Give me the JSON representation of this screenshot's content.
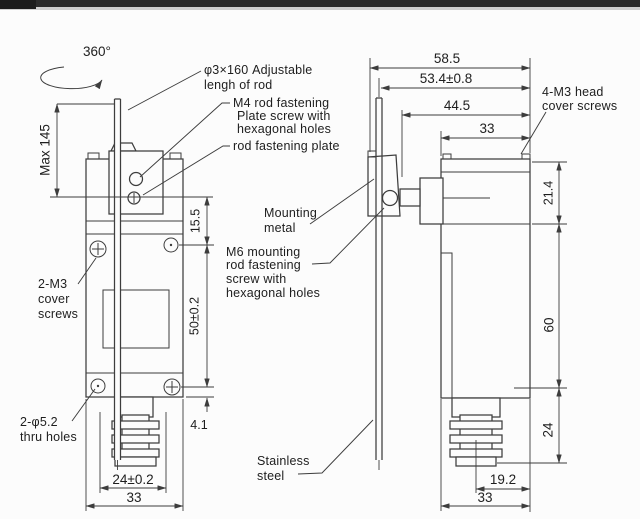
{
  "title": "Adjustable rod limit switch dimensional drawing",
  "colors": {
    "background": "#fcfcfc",
    "line": "#3d3d3d",
    "text": "#1e1e1e",
    "top_bar": "#2b2b2b"
  },
  "labels": {
    "rotation_angle": "360°",
    "adjustable_rod": {
      "l1": "φ3×160 Adjustable",
      "l2": "lengh of rod"
    },
    "m4_screw": {
      "l1": "M4 rod fastening",
      "l2": "Plate screw with",
      "l3": "hexagonal holes"
    },
    "rod_fastening_plate": "rod fastening plate",
    "cover_screws": {
      "l1": "2-M3",
      "l2": "cover",
      "l3": "screws"
    },
    "thru_holes": {
      "l1": "2-φ5.2",
      "l2": "thru holes"
    },
    "mounting_metal": {
      "l1": "Mounting",
      "l2": "metal"
    },
    "m6_screw": {
      "l1": "M6 mounting",
      "l2": "rod fastening",
      "l3": "screw with",
      "l4": "hexagonal holes"
    },
    "stainless_steel": {
      "l1": "Stainless",
      "l2": "steel"
    },
    "head_cover_screws": {
      "l1": "4-M3 head",
      "l2": "cover screws"
    }
  },
  "dimensions": {
    "front": {
      "max_rod_height": "Max 145",
      "head_offset": "15.5",
      "mount_hole_spacing": "50±0.2",
      "hole_to_bottom": "4.1",
      "boot_width": "24±0.2",
      "body_width": "33"
    },
    "side": {
      "overall_depth": "58.5",
      "rod_offset": "53.4±0.8",
      "mid_depth": "44.5",
      "body_depth_top": "33",
      "head_height": "21.4",
      "body_height": "60",
      "boot_height": "24",
      "boot_offset": "19.2",
      "body_depth_bottom": "33"
    }
  }
}
